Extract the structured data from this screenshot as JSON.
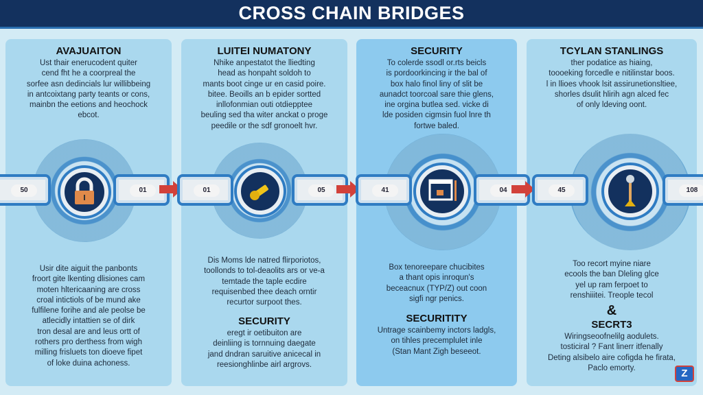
{
  "title": "CROSS CHAIN BRIDGES",
  "colors": {
    "header": "#13315e",
    "panel": "#aad8ee",
    "panel_alt": "#8dcaee",
    "link": "#2f7cc3",
    "arrow": "#d2413a"
  },
  "panels": [
    {
      "heading": "AVAJUAITON",
      "top_lines": [
        "Ust thair enerucodent quiter",
        "cend fht he a coorpreal the",
        "sorfee asn dedincials lur willibbeing",
        "in antcoixtang party teants or cons,",
        "mainbn the eetions and heochock",
        "ebcot."
      ],
      "icon": "padlock-icon",
      "bottom_lines": [
        "Usir dite aiguit the panbonts",
        "froort gite lkenting dlisiones cam",
        "moten hltericaaning are cross",
        "croal intictiols of be mund ake",
        "fulfilene forihe and ale peolse be",
        "atlecidly intattien se of dirk",
        "tron desal are and leus ortt of",
        "rothers pro derthess from wigh",
        "milling frisluets ton dioeve fipet",
        "of loke duina achoness."
      ]
    },
    {
      "heading": "LUITEI NUMATONY",
      "top_lines": [
        "Nhike anpestatot the lliedting",
        "head as honpaht soldoh to",
        "mants boot cinge ur en casid poire.",
        "bitee. Beoills an b epider sortted",
        "inllofonmian outi otdiepptee",
        "beuling sed tha witer anckat o proge",
        "peedile or the sdf gronoelt hvr."
      ],
      "icon": "key-icon",
      "bottom_lines": [
        "Dis Moms lde natred flirporiotos,",
        "toollonds to tol-deaolits ars or ve-a",
        "temtade the taple ecdire",
        "requisenbed thee deach orntir",
        "recurtor surpoot thes."
      ],
      "sub_heading": "SECURITY",
      "sub_lines": [
        "eregt ir oetibuiton are",
        "deinliing is tornnuing daegate",
        "jand dndran saruitive anicecal in",
        "reesionghlinbe airl argrovs."
      ]
    },
    {
      "heading": "SECURITY",
      "top_lines": [
        "To colerde ssodl or.rts beicls",
        "is pordoorkincing ir the bal of",
        "box halo finol liny of slit be",
        "aunadct toorcoal sare thie glens,",
        "ine orgina butlea sed. vicke di",
        "lde posiden cigmsin fuol lnre th",
        "fortwe baled."
      ],
      "icon": "browser-lock-icon",
      "bottom_lines": [
        "Box tenoreepare chucibites",
        "a thant opis inroqun's",
        "beceacnux (TYP/Z) out coon",
        "sigfi ngr penics."
      ],
      "sub_heading": "SECURITITY",
      "sub_lines": [
        "Untrage scainbemy inctors ladgls,",
        "on tihles precemplulet inle",
        "(Stan Mant Zigh beseeot."
      ]
    },
    {
      "heading": "TCYLAN STANLINGS",
      "top_lines": [
        "ther podatice as hiaing,",
        "toooeking forcedle e nitilinstar boos.",
        "l in llioes vhook lsit assirunetionsltiee,",
        "shorles dsulit hlirih agn alced fec",
        "of only ldeving oont."
      ],
      "icon": "torch-icon",
      "bottom_lines": [
        "Too recort myine niare",
        "ecools the ban Dleling glce",
        "yel up ram ferpoet to",
        "renshiiitei. Treople tecol"
      ],
      "amp": "&",
      "sub_heading": "SECRT3",
      "sub_lines": [
        "Wiringseoofnelilg aodulets.",
        "tosticiral ? Fant linerr itfenally",
        "Deting alsibelo aire cofigda he firata,",
        "Paclo emorty."
      ]
    }
  ],
  "chain_labels": [
    "50",
    "01",
    "01",
    "05",
    "41",
    "04",
    "45",
    "108"
  ],
  "logo": "Z"
}
